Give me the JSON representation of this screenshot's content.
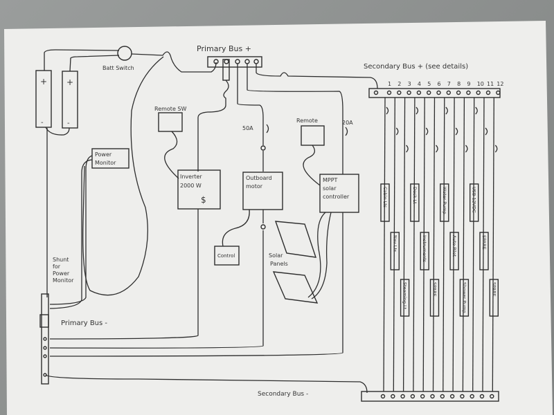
{
  "title": "Primary Bus +",
  "secondary_bus_title": "Secondary Bus + (see details)",
  "primary_bus_negative": "Primary Bus -",
  "secondary_bus_negative": "Secondary Bus -",
  "batt_switch": "Batt Switch",
  "battery_plus": "+",
  "battery_minus": "-",
  "components": {
    "remote_sw": "Remote SW",
    "inverter": [
      "Inverter",
      "2000 W"
    ],
    "outboard": [
      "Outboard",
      "motor"
    ],
    "remote": "Remote",
    "mppt": [
      "MPPT",
      "solar",
      "controller"
    ],
    "power_monitor": [
      "Power",
      "Monitor"
    ],
    "control": "Control",
    "solar_panels": [
      "Solar",
      "Panels"
    ],
    "shunt": [
      "Shunt",
      "for",
      "Power",
      "Monitor"
    ]
  },
  "breakers": {
    "outboard": "50A",
    "mppt": "20A"
  },
  "circuits": [
    {
      "num": "1",
      "label": "Cabin Lts"
    },
    {
      "num": "2",
      "label": "Nav Lts"
    },
    {
      "num": "3",
      "label": "Steaming Lt"
    },
    {
      "num": "4",
      "label": "Deck Lt"
    },
    {
      "num": "5",
      "label": "Instruments"
    },
    {
      "num": "6",
      "label": "SPARE"
    },
    {
      "num": "7",
      "label": "Water Pump"
    },
    {
      "num": "8",
      "label": "Auto Pilot"
    },
    {
      "num": "9",
      "label": "Shower Pump"
    },
    {
      "num": "10",
      "label": "USB 12VDC"
    },
    {
      "num": "11",
      "label": "SPARE"
    },
    {
      "num": "12",
      "label": "SPARE"
    }
  ]
}
